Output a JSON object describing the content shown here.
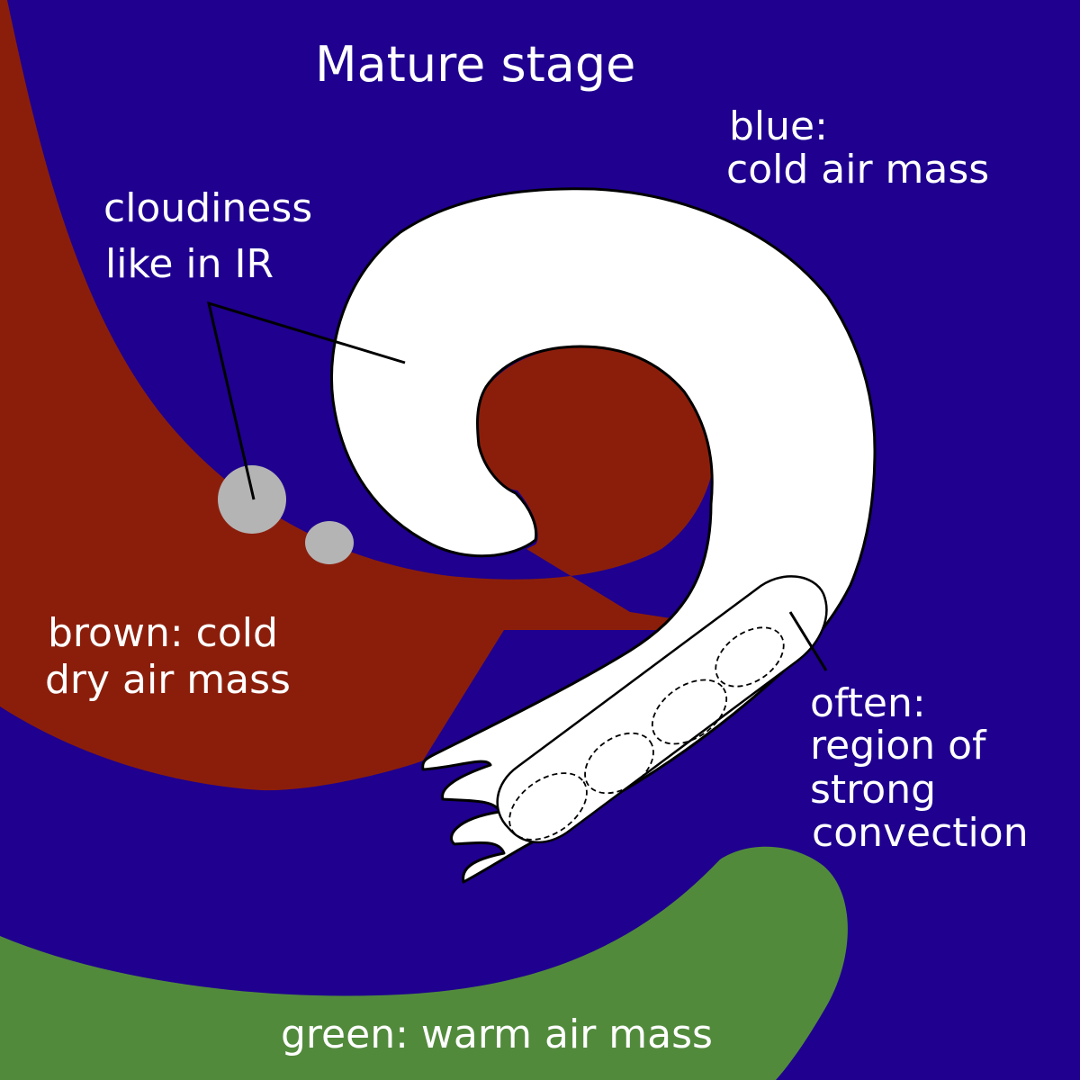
{
  "title": "Mature stage",
  "labels": {
    "blue": [
      "blue:",
      "cold air mass"
    ],
    "cloudiness": [
      "cloudiness",
      "like in IR"
    ],
    "brown": [
      "brown: cold",
      "dry air mass"
    ],
    "convection": [
      "often:",
      "region of",
      "strong",
      "convection"
    ],
    "green": "green: warm air mass"
  },
  "colors": {
    "cold_air_mass": "#1f008f",
    "cold_dry_air_mass": "#8b1e0b",
    "warm_air_mass": "#528a3c",
    "cloud": "#ffffff",
    "small_clouds": "#b4b4b4",
    "outline": "#000000"
  }
}
